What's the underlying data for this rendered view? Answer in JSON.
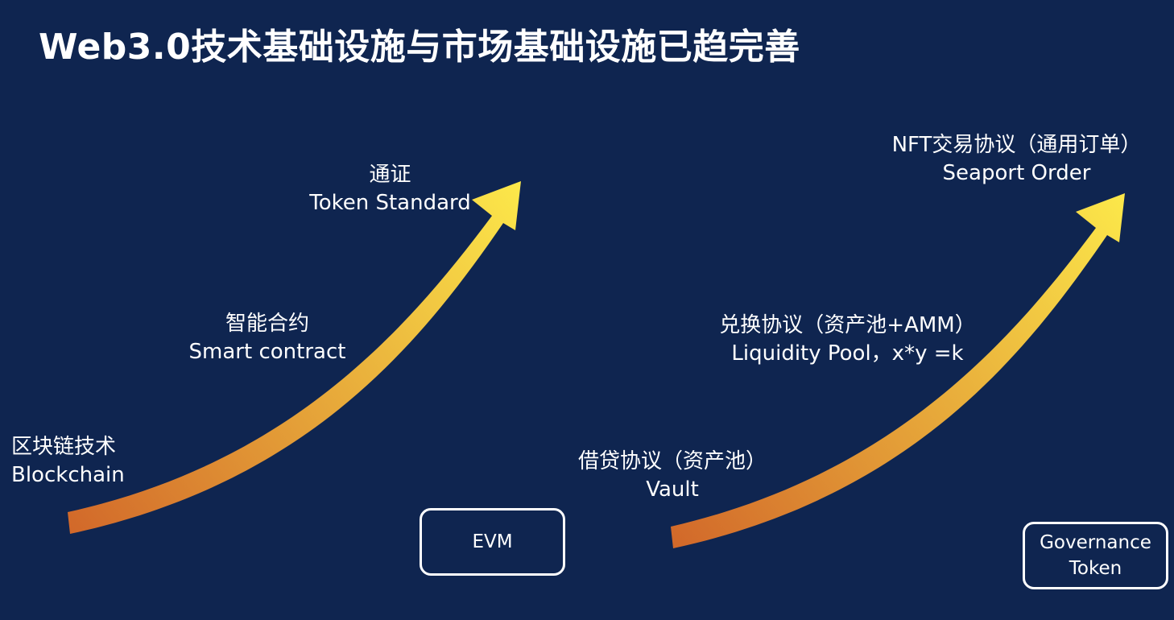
{
  "title": "Web3.0技术基础设施与市场基础设施已趋完善",
  "colors": {
    "background": "#0f2550",
    "arrow_start": "#d2692a",
    "arrow_end": "#fce84a",
    "text": "#ffffff"
  },
  "left_stack": {
    "blockchain": {
      "zh": "区块链技术",
      "en": "Blockchain"
    },
    "smart_contract": {
      "zh": "智能合约",
      "en": "Smart contract"
    },
    "token_standard": {
      "zh": "通证",
      "en": "Token Standard"
    },
    "box": {
      "label": "EVM"
    }
  },
  "right_stack": {
    "vault": {
      "zh": "借贷协议（资产池）",
      "en": "Vault"
    },
    "liquidity_pool": {
      "zh": "兑换协议（资产池+AMM）",
      "en": "Liquidity Pool，x*y =k"
    },
    "nft": {
      "zh": "NFT交易协议（通用订单）",
      "en": "Seaport Order"
    },
    "box": {
      "line1": "Governance",
      "line2": "Token"
    }
  }
}
